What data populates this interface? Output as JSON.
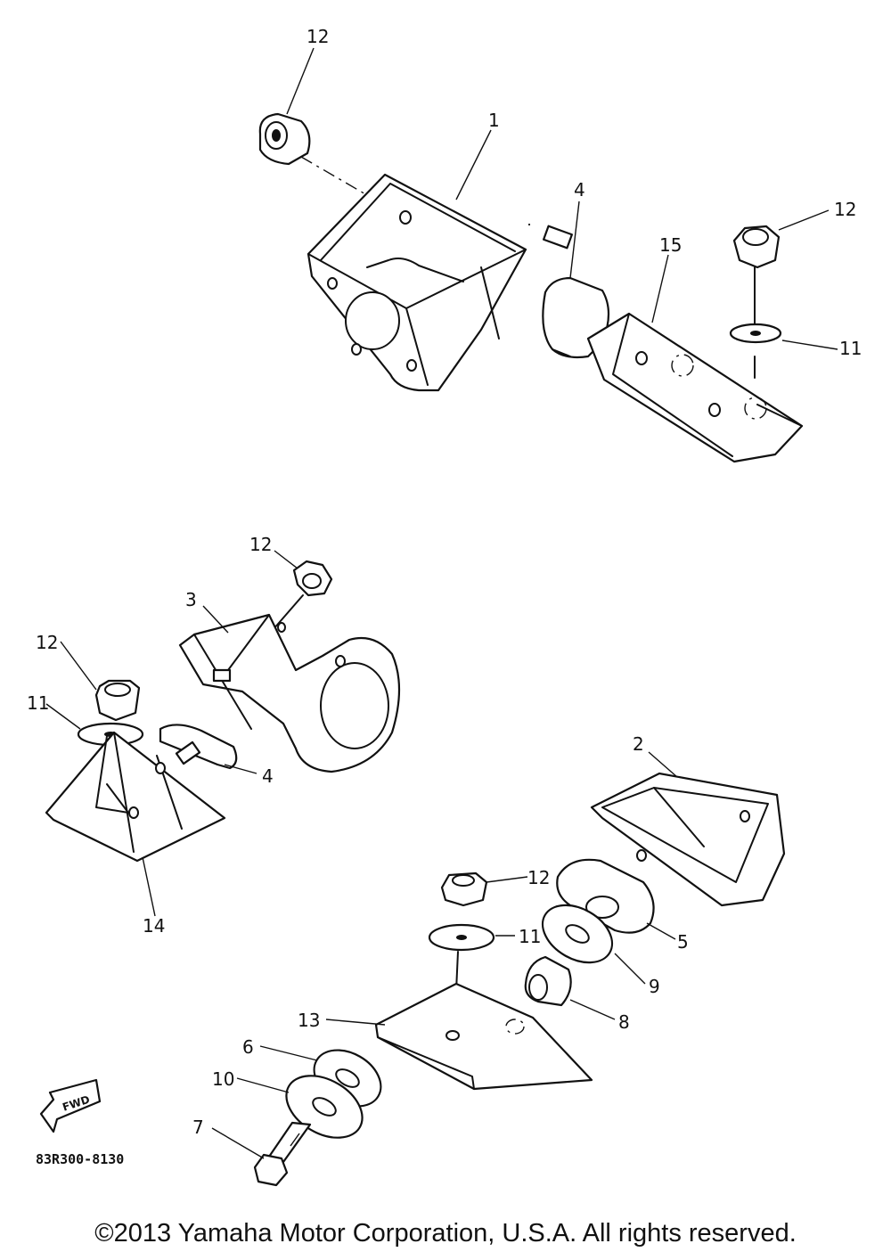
{
  "diagram": {
    "drawing_code": "83R300-8130",
    "copyright": "©2013 Yamaha Motor Corporation, U.S.A. All rights reserved.",
    "fwd_label": "FWD",
    "callouts": {
      "c1": "1",
      "c2": "2",
      "c3": "3",
      "c4a": "4",
      "c4b": "4",
      "c5": "5",
      "c6": "6",
      "c7": "7",
      "c8": "8",
      "c9": "9",
      "c10": "10",
      "c11a": "11",
      "c11b": "11",
      "c11c": "11",
      "c12a": "12",
      "c12b": "12",
      "c12c": "12",
      "c12d": "12",
      "c12e": "12",
      "c13": "13",
      "c14": "14",
      "c15": "15"
    }
  }
}
